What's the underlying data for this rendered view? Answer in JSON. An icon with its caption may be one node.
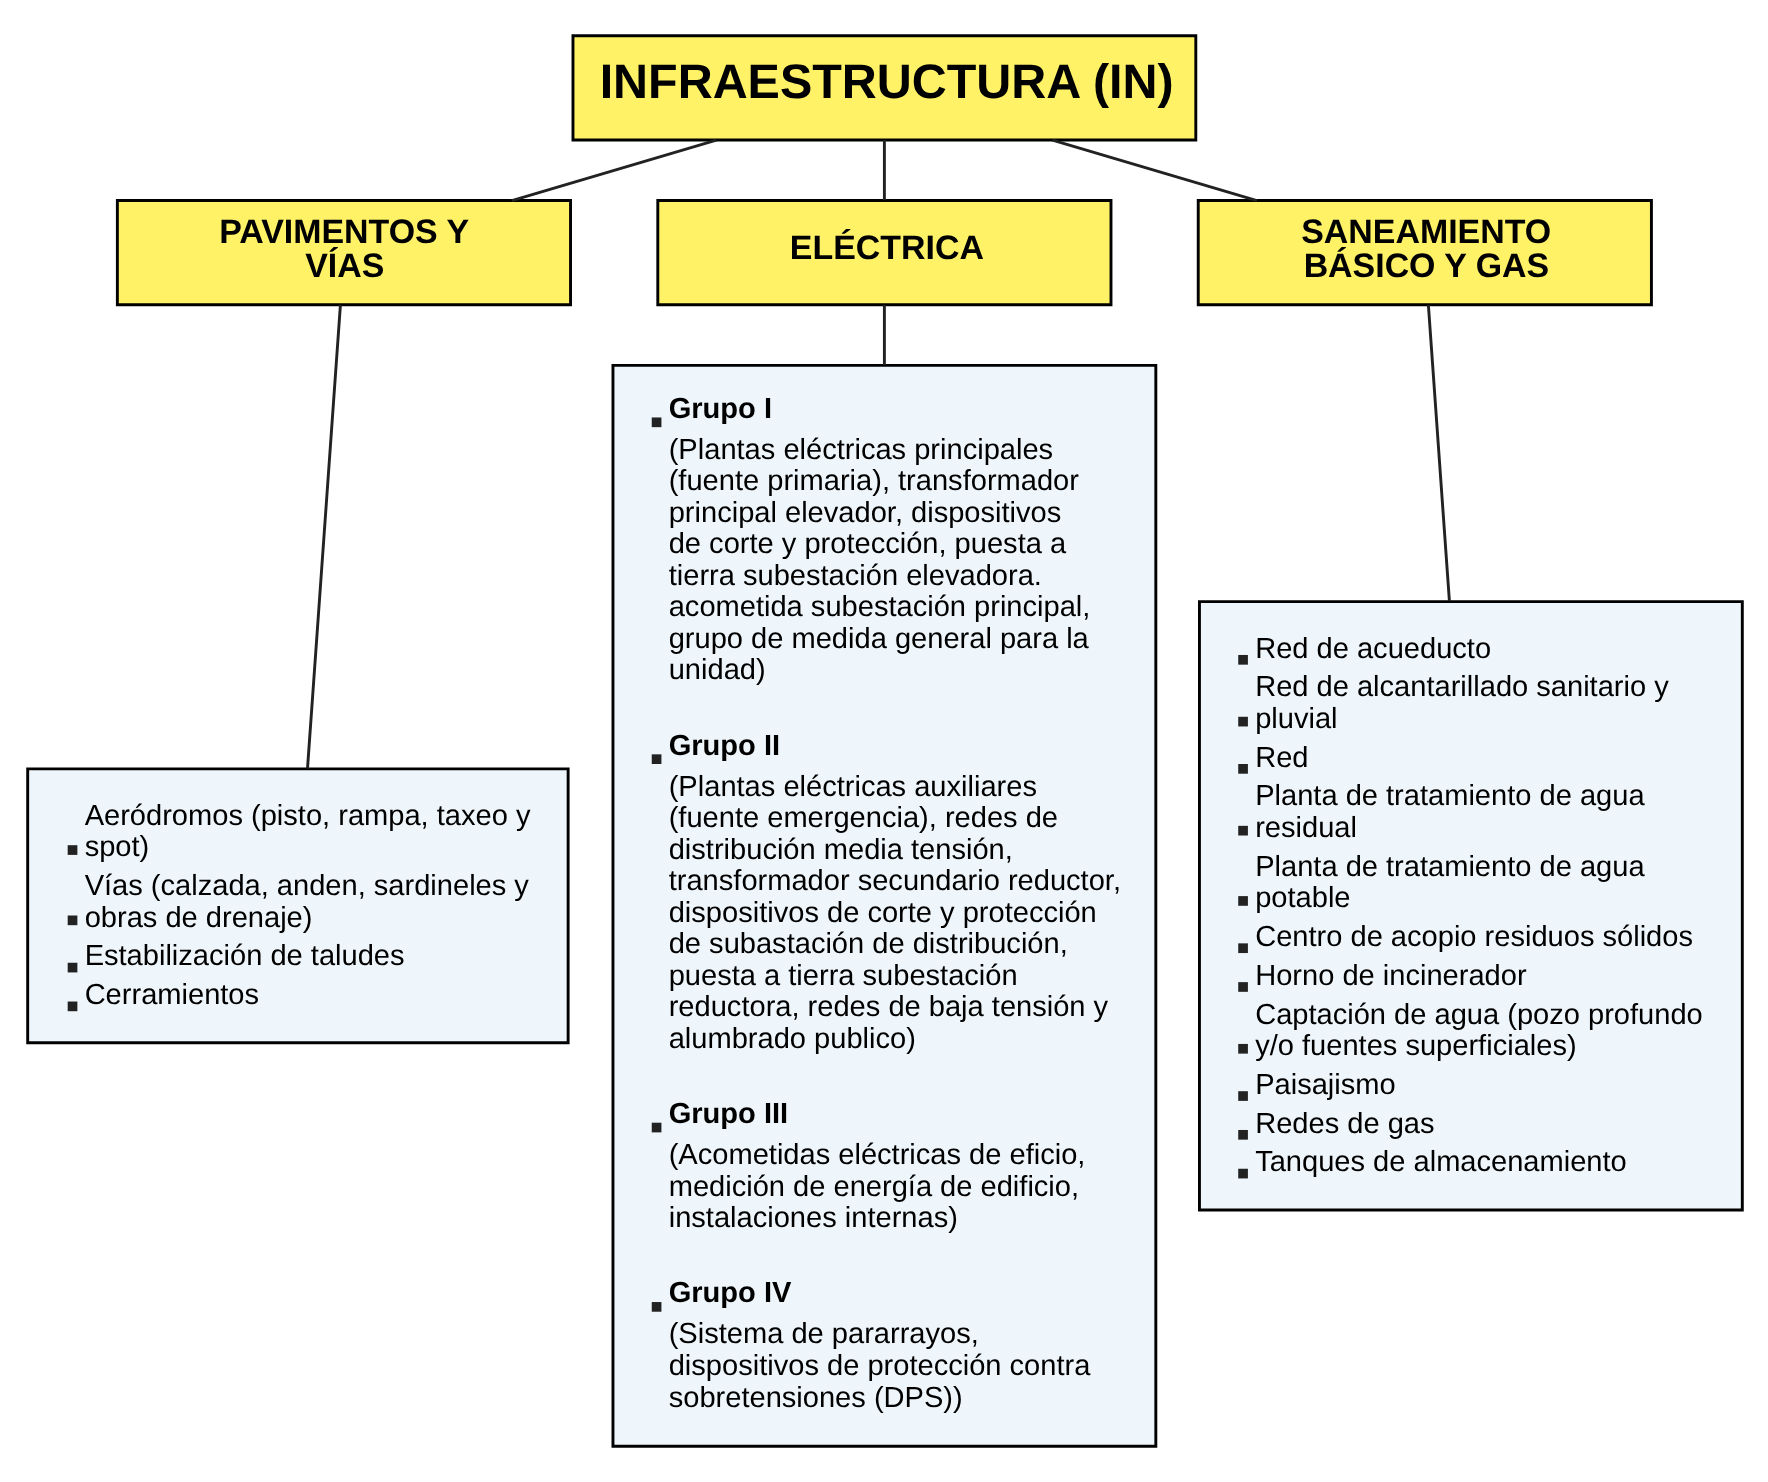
{
  "diagram": {
    "nodes": [
      {
        "text": [
          "INFRAESTRUCTURA (IN)"
        ]
      },
      {
        "text": [
          "PAVIMENTOS Y VÍAS"
        ]
      },
      {
        "text": [
          "ELÉCTRICA"
        ]
      },
      {
        "text": [
          "SANEAMIENTO BÁSICO Y GAS"
        ]
      },
      {
        "text": [
          "Aeródromos (pisto, rampa, taxeo y spot)",
          "Vías (calzada, anden, sardineles y obras de drenaje)",
          "Estabilización de taludes",
          "Cerramientos"
        ]
      },
      {
        "text": [
          "Grupo I",
          "(Plantas eléctricas principales (fuente primaria), transformador principal elevador, dispositivos de corte y protección, puesta a tierra subestación elevadora. acometida subestación principal, grupo de medida general para la unidad)",
          "Grupo II",
          "(Plantas eléctricas auxiliares (fuente emergencia), redes de distribución media tensión, transformador secundario reductor, dispositivos de corte y protección de subastación de distribución, puesta a tierra subestación reductora, redes de baja tensión y alumbrado publico)",
          "Grupo III",
          "(Acometidas eléctricas de eficio, medición de energía de edificio, instalaciones internas)",
          "Grupo IV",
          "(Sistema de pararrayos, dispositivos de protección contra sobretensiones (DPS))"
        ]
      },
      {
        "text": [
          "Red de acueducto",
          "Red de alcantarillado sanitario y pluvial",
          "Red",
          "Planta de tratamiento de agua residual",
          "Planta de tratamiento de agua potable",
          "Centro de acopio residuos sólidos",
          "Horno de incinerador",
          "Captación de agua (pozo profundo y/o fuentes superficiales)",
          "Paisajismo",
          "Redes de gas",
          "Tanques de almacenamiento"
        ]
      }
    ],
    "edges": [
      {
        "from": 0,
        "to": 1,
        "arrow": "none"
      },
      {
        "from": 0,
        "to": 2,
        "arrow": "none"
      },
      {
        "from": 0,
        "to": 3,
        "arrow": "none"
      },
      {
        "from": 1,
        "to": 4,
        "arrow": "none"
      },
      {
        "from": 2,
        "to": 5,
        "arrow": "none"
      },
      {
        "from": 3,
        "to": 6,
        "arrow": "none"
      }
    ]
  }
}
